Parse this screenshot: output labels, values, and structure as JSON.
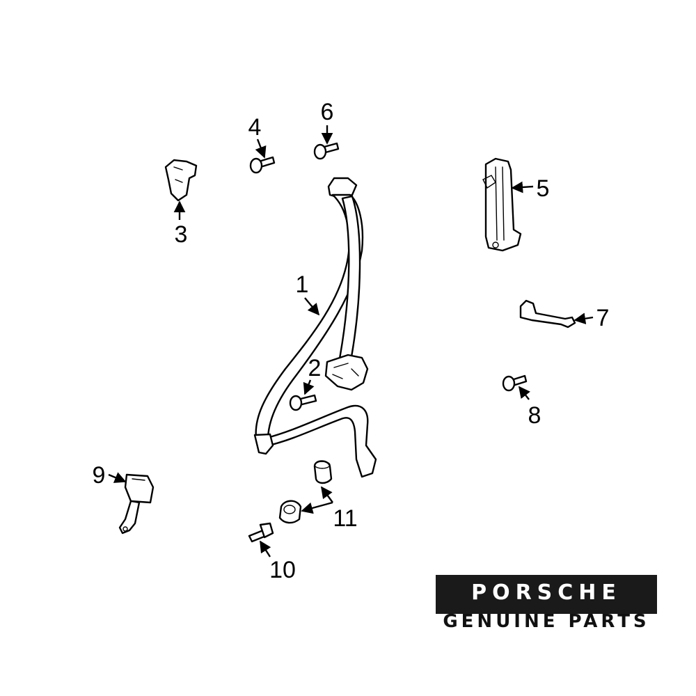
{
  "callouts": [
    "1",
    "2",
    "3",
    "4",
    "5",
    "6",
    "7",
    "8",
    "9",
    "10",
    "11"
  ],
  "logo": {
    "brand": "PORSCHE",
    "subtitle": "GENUINE PARTS"
  }
}
